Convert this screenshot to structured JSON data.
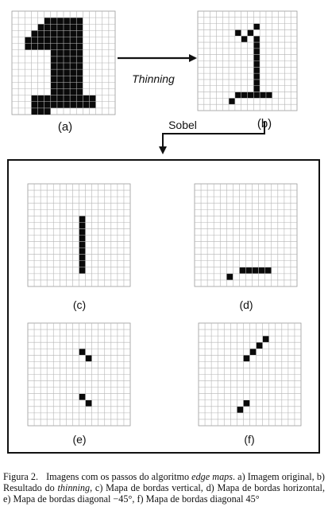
{
  "arrows": {
    "thinning_label": "Thinning",
    "sobel_label": "Sobel"
  },
  "grid_size": 16,
  "panels": [
    {
      "id": "a",
      "label": "(a)",
      "filled": [
        [
          1,
          5
        ],
        [
          1,
          6
        ],
        [
          1,
          7
        ],
        [
          1,
          8
        ],
        [
          1,
          9
        ],
        [
          1,
          10
        ],
        [
          2,
          4
        ],
        [
          2,
          5
        ],
        [
          2,
          6
        ],
        [
          2,
          7
        ],
        [
          2,
          8
        ],
        [
          2,
          9
        ],
        [
          2,
          10
        ],
        [
          3,
          3
        ],
        [
          3,
          4
        ],
        [
          3,
          5
        ],
        [
          3,
          6
        ],
        [
          3,
          7
        ],
        [
          3,
          8
        ],
        [
          3,
          9
        ],
        [
          3,
          10
        ],
        [
          4,
          2
        ],
        [
          4,
          3
        ],
        [
          4,
          4
        ],
        [
          4,
          5
        ],
        [
          4,
          6
        ],
        [
          4,
          7
        ],
        [
          4,
          8
        ],
        [
          4,
          9
        ],
        [
          4,
          10
        ],
        [
          5,
          2
        ],
        [
          5,
          3
        ],
        [
          5,
          4
        ],
        [
          5,
          5
        ],
        [
          5,
          6
        ],
        [
          5,
          7
        ],
        [
          5,
          8
        ],
        [
          5,
          9
        ],
        [
          5,
          10
        ],
        [
          6,
          6
        ],
        [
          6,
          7
        ],
        [
          6,
          8
        ],
        [
          6,
          9
        ],
        [
          6,
          10
        ],
        [
          7,
          6
        ],
        [
          7,
          7
        ],
        [
          7,
          8
        ],
        [
          7,
          9
        ],
        [
          7,
          10
        ],
        [
          8,
          6
        ],
        [
          8,
          7
        ],
        [
          8,
          8
        ],
        [
          8,
          9
        ],
        [
          8,
          10
        ],
        [
          9,
          6
        ],
        [
          9,
          7
        ],
        [
          9,
          8
        ],
        [
          9,
          9
        ],
        [
          9,
          10
        ],
        [
          10,
          6
        ],
        [
          10,
          7
        ],
        [
          10,
          8
        ],
        [
          10,
          9
        ],
        [
          10,
          10
        ],
        [
          11,
          6
        ],
        [
          11,
          7
        ],
        [
          11,
          8
        ],
        [
          11,
          9
        ],
        [
          11,
          10
        ],
        [
          12,
          6
        ],
        [
          12,
          7
        ],
        [
          12,
          8
        ],
        [
          12,
          9
        ],
        [
          12,
          10
        ],
        [
          13,
          3
        ],
        [
          13,
          4
        ],
        [
          13,
          5
        ],
        [
          13,
          6
        ],
        [
          13,
          7
        ],
        [
          13,
          8
        ],
        [
          13,
          9
        ],
        [
          13,
          10
        ],
        [
          13,
          11
        ],
        [
          13,
          12
        ],
        [
          14,
          3
        ],
        [
          14,
          4
        ],
        [
          14,
          5
        ],
        [
          14,
          6
        ],
        [
          14,
          7
        ],
        [
          14,
          8
        ],
        [
          14,
          9
        ],
        [
          14,
          10
        ],
        [
          14,
          11
        ],
        [
          14,
          12
        ],
        [
          15,
          3
        ],
        [
          15,
          4
        ],
        [
          15,
          5
        ]
      ]
    },
    {
      "id": "b",
      "label": "(b)",
      "filled": [
        [
          2,
          9
        ],
        [
          3,
          8
        ],
        [
          4,
          7
        ],
        [
          3,
          6
        ],
        [
          4,
          9
        ],
        [
          5,
          9
        ],
        [
          6,
          9
        ],
        [
          7,
          9
        ],
        [
          8,
          9
        ],
        [
          9,
          9
        ],
        [
          10,
          9
        ],
        [
          11,
          9
        ],
        [
          12,
          9
        ],
        [
          13,
          6
        ],
        [
          13,
          7
        ],
        [
          13,
          8
        ],
        [
          13,
          9
        ],
        [
          13,
          10
        ],
        [
          13,
          11
        ],
        [
          14,
          5
        ]
      ]
    },
    {
      "id": "c",
      "label": "(c)",
      "filled": [
        [
          5,
          8
        ],
        [
          6,
          8
        ],
        [
          7,
          8
        ],
        [
          8,
          8
        ],
        [
          9,
          8
        ],
        [
          10,
          8
        ],
        [
          11,
          8
        ],
        [
          12,
          8
        ],
        [
          13,
          8
        ]
      ]
    },
    {
      "id": "d",
      "label": "(d)",
      "filled": [
        [
          13,
          7
        ],
        [
          13,
          8
        ],
        [
          13,
          9
        ],
        [
          13,
          10
        ],
        [
          13,
          11
        ],
        [
          14,
          5
        ]
      ]
    },
    {
      "id": "e",
      "label": "(e)",
      "filled": [
        [
          4,
          8
        ],
        [
          5,
          9
        ],
        [
          11,
          8
        ],
        [
          12,
          9
        ]
      ]
    },
    {
      "id": "f",
      "label": "(f)",
      "filled": [
        [
          2,
          10
        ],
        [
          3,
          9
        ],
        [
          4,
          8
        ],
        [
          5,
          7
        ],
        [
          12,
          7
        ],
        [
          13,
          6
        ]
      ]
    }
  ],
  "caption": {
    "figure_label": "Figura 2.",
    "part1": "Imagens com os passos do algoritmo ",
    "italic1": "edge maps",
    "part2": ". a) Imagem original, b) Resultado do ",
    "italic2": "thinning",
    "part3": ", c) Mapa de bordas vertical, d) Mapa de bordas horizontal, e) Mapa de bordas diagonal −45°, f) Mapa de bordas diagonal 45°"
  }
}
